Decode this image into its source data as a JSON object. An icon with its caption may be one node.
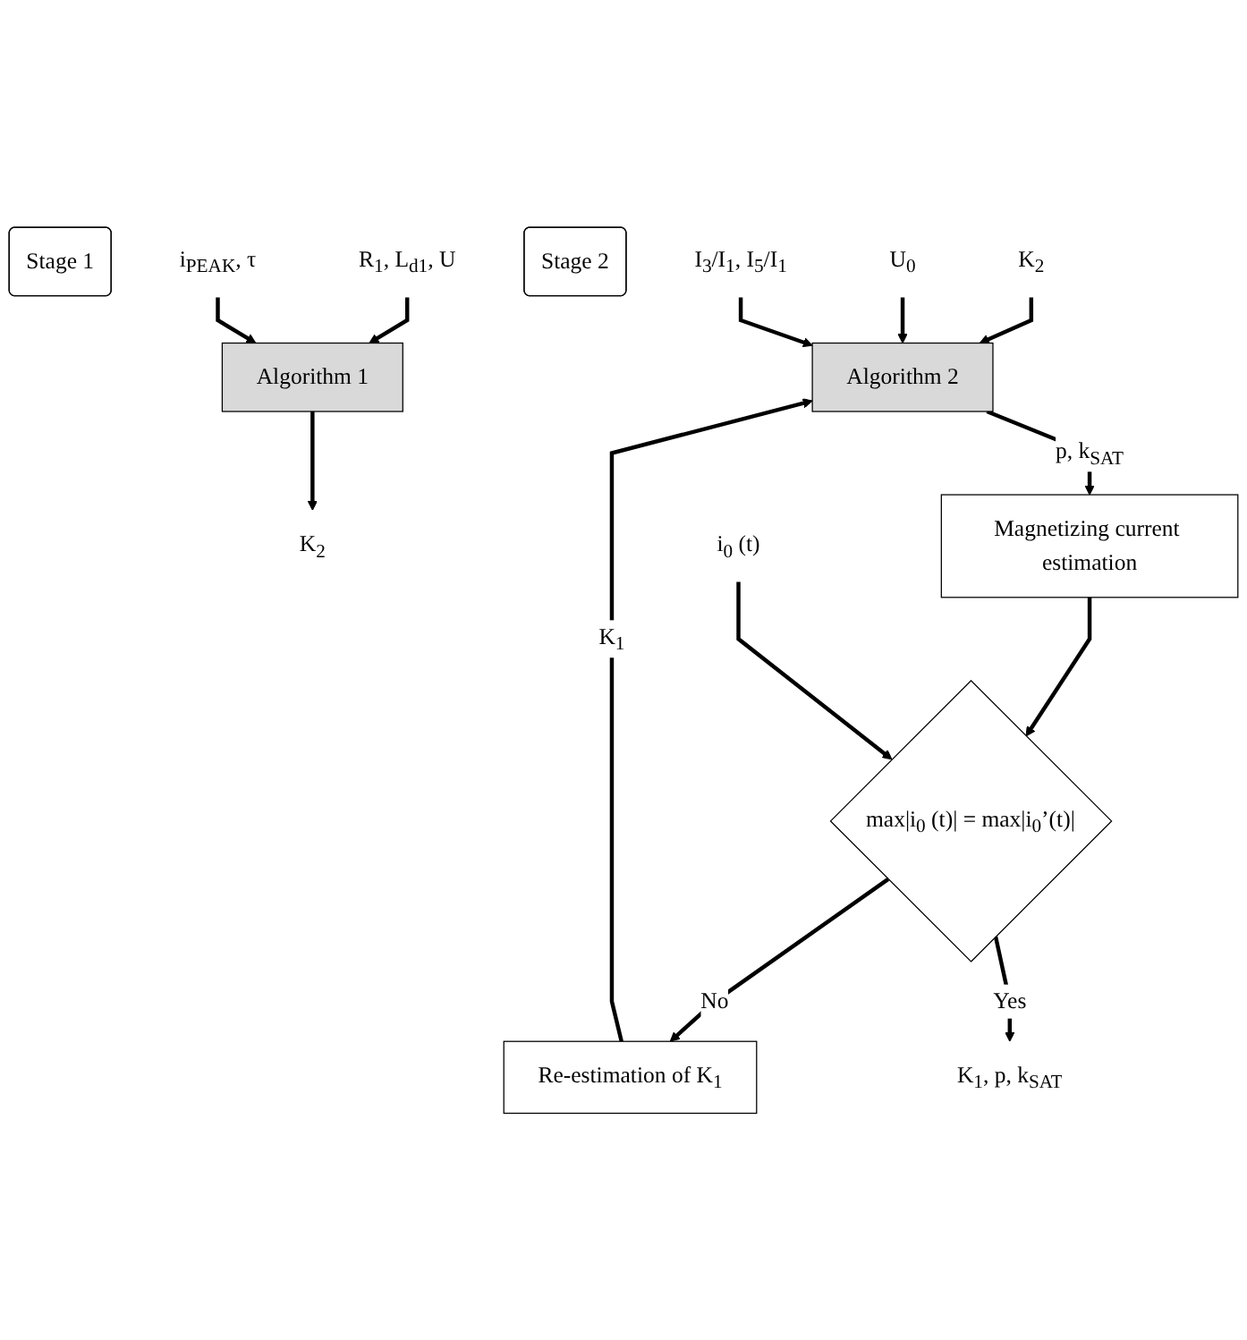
{
  "diagram": {
    "nodes": [
      {
        "text": [
          "Stage 1"
        ]
      },
      {
        "text": [
          "R$_{1}$, L$_{d1}$, U"
        ]
      },
      {
        "text": [
          "i$_{PEAK}$, τ"
        ]
      },
      {
        "text": [
          "Algorithm 1"
        ]
      },
      {
        "text": [
          "K$_{2}$"
        ]
      },
      {
        "text": [
          "Stage 2"
        ]
      },
      {
        "text": [
          "K$_{2}$"
        ]
      },
      {
        "text": [
          "U$_{0}$"
        ]
      },
      {
        "text": [
          "I$_{3}$/I$_{1}$, I$_{5}$/I$_{1}$"
        ]
      },
      {
        "text": [
          "Algorithm 2"
        ]
      },
      {
        "text": [
          "Magnetizing current estimation"
        ]
      },
      {
        "text": [
          "Re-estimation of K$_{1}$"
        ]
      },
      {
        "text": [
          "i$_{0}$ (t)"
        ]
      },
      {
        "text": [
          "max|i$_{0}$ (t)| = max|i$_{0}$’(t)|"
        ]
      },
      {
        "text": [
          "K$_{1}$, p, k$_{SAT}$"
        ]
      }
    ],
    "edges": [
      {
        "from": 1,
        "to": 3,
        "arrow": "to"
      },
      {
        "from": 2,
        "to": 3,
        "arrow": "to"
      },
      {
        "from": 3,
        "to": 4,
        "arrow": "to"
      },
      {
        "from": 6,
        "to": 9,
        "arrow": "to"
      },
      {
        "from": 7,
        "to": 9,
        "arrow": "to"
      },
      {
        "from": 8,
        "to": 9,
        "arrow": "to"
      },
      {
        "from": 9,
        "to": 10,
        "arrow": "to",
        "label": "p, k$_{SAT}$"
      },
      {
        "from": 11,
        "to": 9,
        "arrow": "to",
        "label": "K$_{1}$"
      },
      {
        "from": 10,
        "to": 13,
        "arrow": "to"
      },
      {
        "from": 12,
        "to": 13,
        "arrow": "to"
      },
      {
        "from": 13,
        "to": 11,
        "arrow": "to",
        "label": "No"
      },
      {
        "from": 13,
        "to": 14,
        "arrow": "to",
        "label": "Yes"
      }
    ]
  }
}
